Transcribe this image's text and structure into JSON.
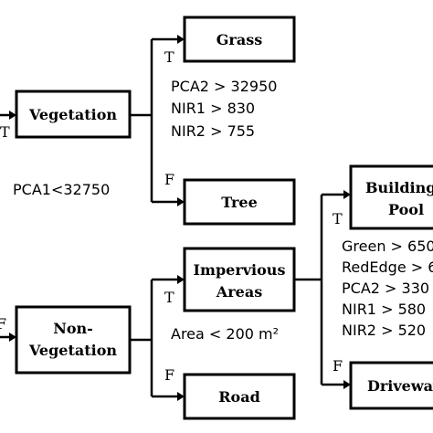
{
  "nodes": {
    "grass": "Grass",
    "vegetation": "Vegetation",
    "tree": "Tree",
    "impervious_line1": "Impervious",
    "impervious_line2": "Areas",
    "non_veg_line1": "Non-",
    "non_veg_line2": "Vegetation",
    "road": "Road",
    "building_line1": "Building",
    "building_line2": "Pool",
    "driveway": "Driveway"
  },
  "conditions": {
    "root": "PCA1<32750",
    "vegetation": [
      "PCA2 > 32950",
      "NIR1 > 830",
      "NIR2 > 755"
    ],
    "non_vegetation": "Area < 200 m²",
    "impervious": [
      "Green > 650",
      "RedEdge > 6",
      "PCA2 > 330",
      "NIR1 > 580",
      "NIR2 > 520"
    ]
  },
  "branch_labels": {
    "true": "T",
    "false": "F"
  }
}
